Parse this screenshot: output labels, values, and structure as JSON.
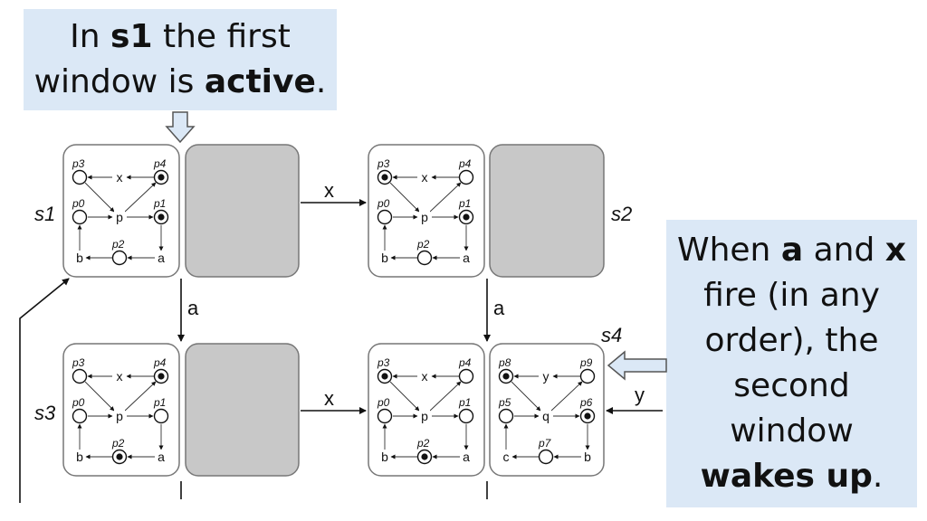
{
  "callout_top": {
    "part1": "In ",
    "bold1": "s1",
    "part2": " the first",
    "part3": "window is ",
    "bold2": "active",
    "part4": "."
  },
  "callout_right": {
    "line1_a": "When ",
    "line1_b": "a",
    "line1_c": " and ",
    "line1_d": "x",
    "line2": "fire (in any",
    "line3": "order), the",
    "line4": "second",
    "line5": "window",
    "line6_bold": "wakes up",
    "line6_end": "."
  },
  "states": {
    "s1": "s1",
    "s2": "s2",
    "s3": "s3",
    "s4": "s4"
  },
  "transitions": {
    "x": "x",
    "a": "a",
    "y": "y"
  },
  "window1": {
    "places": [
      "p3",
      "p4",
      "p0",
      "p1",
      "p2"
    ],
    "transitions": [
      "x",
      "p",
      "b",
      "a"
    ]
  },
  "window2": {
    "places": [
      "p8",
      "p9",
      "p5",
      "p6",
      "p7"
    ],
    "transitions": [
      "y",
      "q",
      "c",
      "b"
    ]
  },
  "colors": {
    "callout_bg": "#dbe8f6",
    "inactive_window": "#c8c8c8",
    "arrow_fill": "#dbe8f6"
  }
}
